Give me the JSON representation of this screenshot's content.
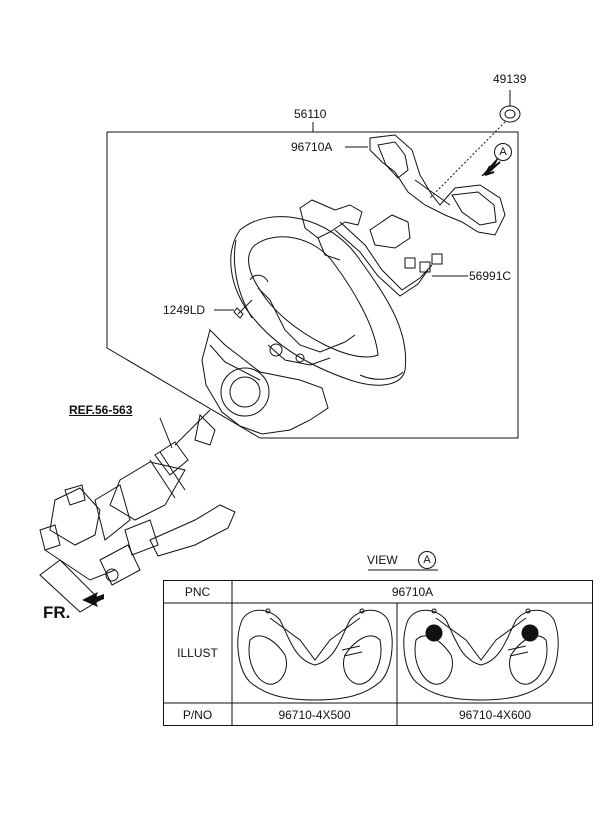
{
  "labels": {
    "part_49139": "49139",
    "part_56110": "56110",
    "part_96710A": "96710A",
    "part_56991C": "56991C",
    "part_1249LD": "1249LD",
    "ref": "REF.56-563",
    "front": "FR.",
    "view_marker": "A",
    "view_title": "VIEW",
    "view_circle": "A"
  },
  "table": {
    "pnc_header": "PNC",
    "pnc_value": "96710A",
    "illust_header": "ILLUST",
    "pno_header": "P/NO",
    "pno_values": [
      "96710-4X500",
      "96710-4X600"
    ]
  }
}
